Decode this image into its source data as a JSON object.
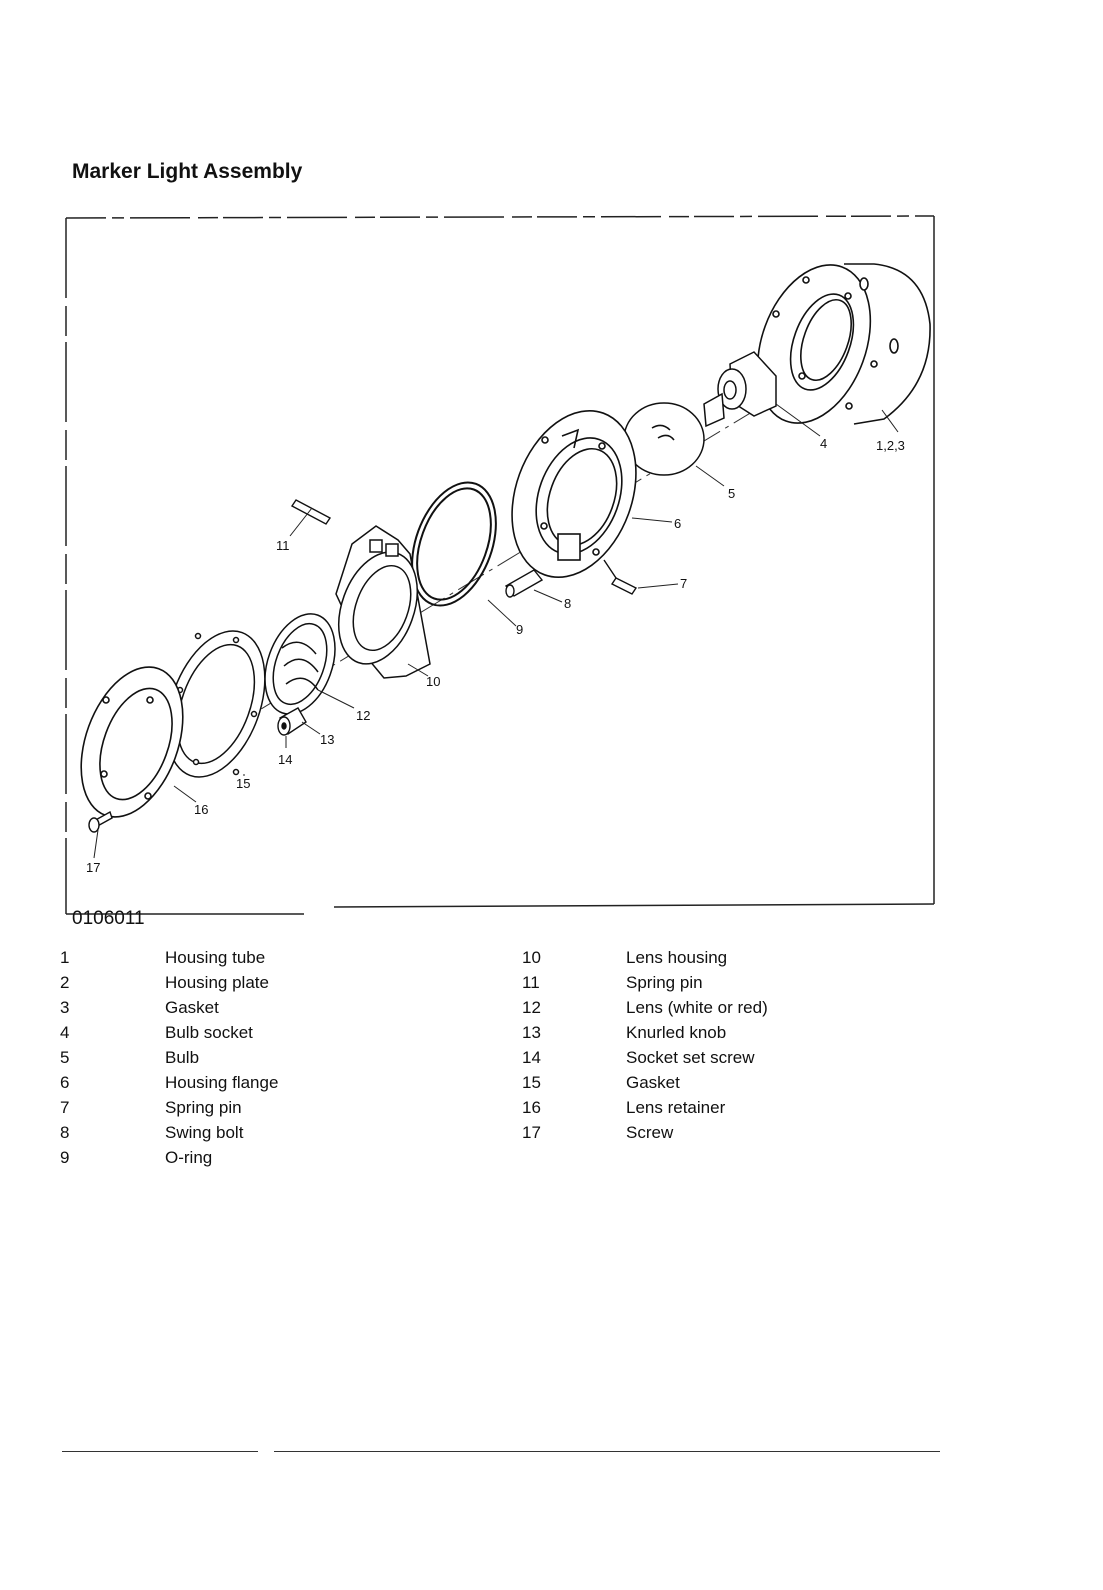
{
  "title": "Marker Light Assembly",
  "figure": {
    "id": "0106011",
    "callouts": [
      "1,2,3",
      "4",
      "5",
      "6",
      "7",
      "8",
      "9",
      "10",
      "11",
      "12",
      "13",
      "14",
      "15",
      "16",
      "17"
    ]
  },
  "legend": {
    "left": [
      {
        "num": "1",
        "name": "Housing tube"
      },
      {
        "num": "2",
        "name": "Housing plate"
      },
      {
        "num": "3",
        "name": "Gasket"
      },
      {
        "num": "4",
        "name": "Bulb socket"
      },
      {
        "num": "5",
        "name": "Bulb"
      },
      {
        "num": "6",
        "name": "Housing flange"
      },
      {
        "num": "7",
        "name": "Spring pin"
      },
      {
        "num": "8",
        "name": "Swing bolt"
      },
      {
        "num": "9",
        "name": "O-ring"
      }
    ],
    "right": [
      {
        "num": "10",
        "name": "Lens housing"
      },
      {
        "num": "11",
        "name": "Spring pin"
      },
      {
        "num": "12",
        "name": "Lens (white or red)"
      },
      {
        "num": "13",
        "name": "Knurled knob"
      },
      {
        "num": "14",
        "name": "Socket set screw"
      },
      {
        "num": "15",
        "name": "Gasket"
      },
      {
        "num": "16",
        "name": "Lens retainer"
      },
      {
        "num": "17",
        "name": "Screw"
      }
    ]
  }
}
